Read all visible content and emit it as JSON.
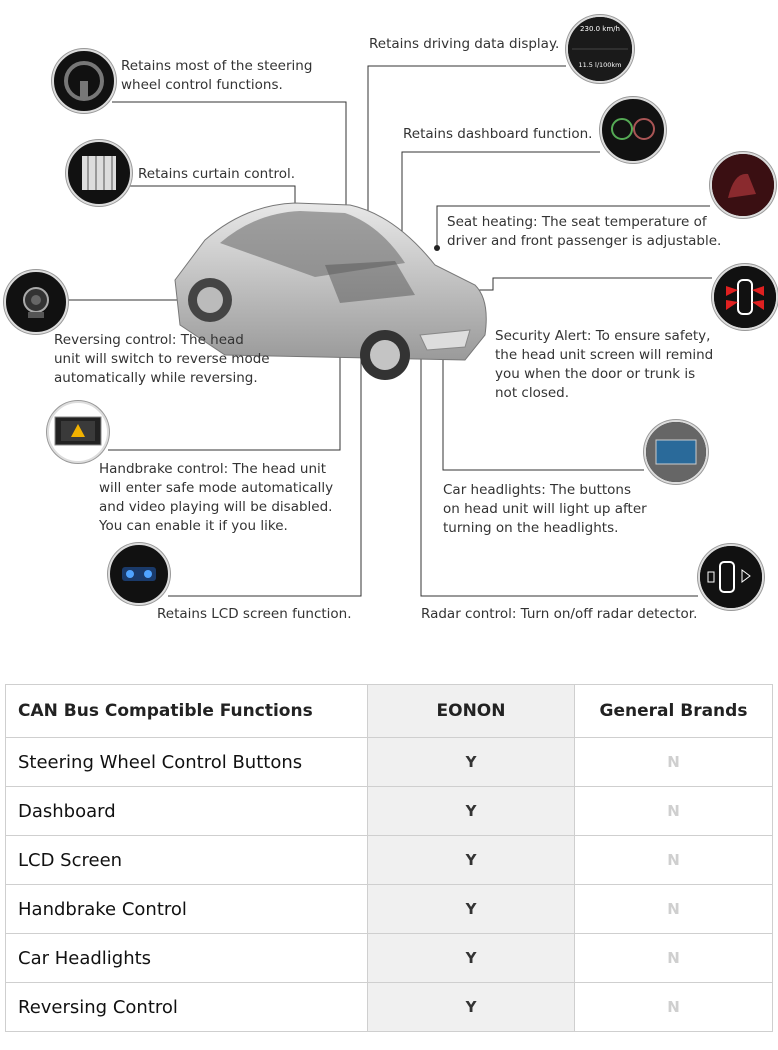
{
  "callouts": {
    "steering": "Retains most of the steering\nwheel control functions.",
    "curtain": "Retains curtain control.",
    "reversing": "Reversing control: The head\nunit will switch to reverse mode\nautomatically while reversing.",
    "handbrake": "Handbrake control: The head unit\nwill enter safe mode automatically\nand video playing will be disabled.\nYou can enable it if you like.",
    "lcd": "Retains LCD screen function.",
    "driving_data": "Retains driving data display.",
    "dashboard": "Retains dashboard function.",
    "seat_heating": "Seat heating: The seat temperature of\ndriver and front passenger is adjustable.",
    "security": "Security Alert: To ensure safety,\nthe head unit screen will remind\nyou when the door or trunk is\nnot closed.",
    "headlights": "Car headlights: The buttons\non head unit will light up after\nturning on the headlights.",
    "radar": "Radar control: Turn on/off radar detector."
  },
  "driving_icon": {
    "speed": "230.0 km/h",
    "consumption": "11.5 l/100km"
  },
  "table": {
    "headers": [
      "CAN Bus Compatible Functions",
      "EONON",
      "General Brands"
    ],
    "rows": [
      [
        "Steering Wheel Control Buttons",
        "Y",
        "N"
      ],
      [
        "Dashboard",
        "Y",
        "N"
      ],
      [
        "LCD Screen",
        "Y",
        "N"
      ],
      [
        "Handbrake Control",
        "Y",
        "N"
      ],
      [
        "Car Headlights",
        "Y",
        "N"
      ],
      [
        "Reversing Control",
        "Y",
        "N"
      ]
    ]
  }
}
